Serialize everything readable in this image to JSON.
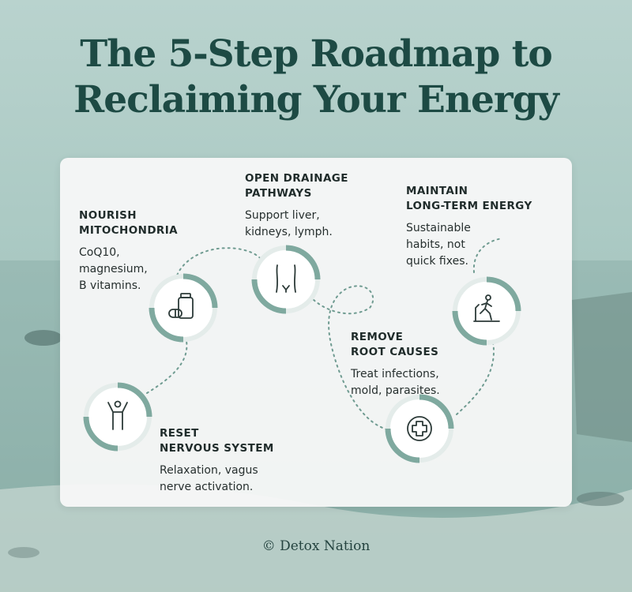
{
  "title": {
    "line1": "The 5-Step Roadmap to",
    "line2": "Reclaiming Your Energy"
  },
  "steps": [
    {
      "id": "reset-nervous-system",
      "heading": [
        "RESET",
        "NERVOUS SYSTEM"
      ],
      "description": [
        "Relaxation, vagus",
        "nerve activation."
      ],
      "icon": "person-arms-raised-icon"
    },
    {
      "id": "nourish-mitochondria",
      "heading": [
        "NOURISH",
        "MITOCHONDRIA"
      ],
      "description": [
        "CoQ10,",
        "magnesium,",
        "B vitamins."
      ],
      "icon": "supplement-bottle-icon"
    },
    {
      "id": "open-drainage-pathways",
      "heading": [
        "OPEN DRAINAGE",
        "PATHWAYS"
      ],
      "description": [
        "Support liver,",
        "kidneys, lymph."
      ],
      "icon": "torso-icon"
    },
    {
      "id": "remove-root-causes",
      "heading": [
        "REMOVE",
        "ROOT CAUSES"
      ],
      "description": [
        "Treat infections,",
        "mold, parasites."
      ],
      "icon": "medical-cross-icon"
    },
    {
      "id": "maintain-long-term-energy",
      "heading": [
        "MAINTAIN",
        "LONG-TERM ENERGY"
      ],
      "description": [
        "Sustainable",
        "habits, not",
        "quick fixes."
      ],
      "icon": "treadmill-runner-icon"
    }
  ],
  "brand": "© Detox Nation",
  "colors": {
    "accent": "#7fa99f",
    "title": "#1d4a44",
    "text": "#1f2b2a"
  }
}
